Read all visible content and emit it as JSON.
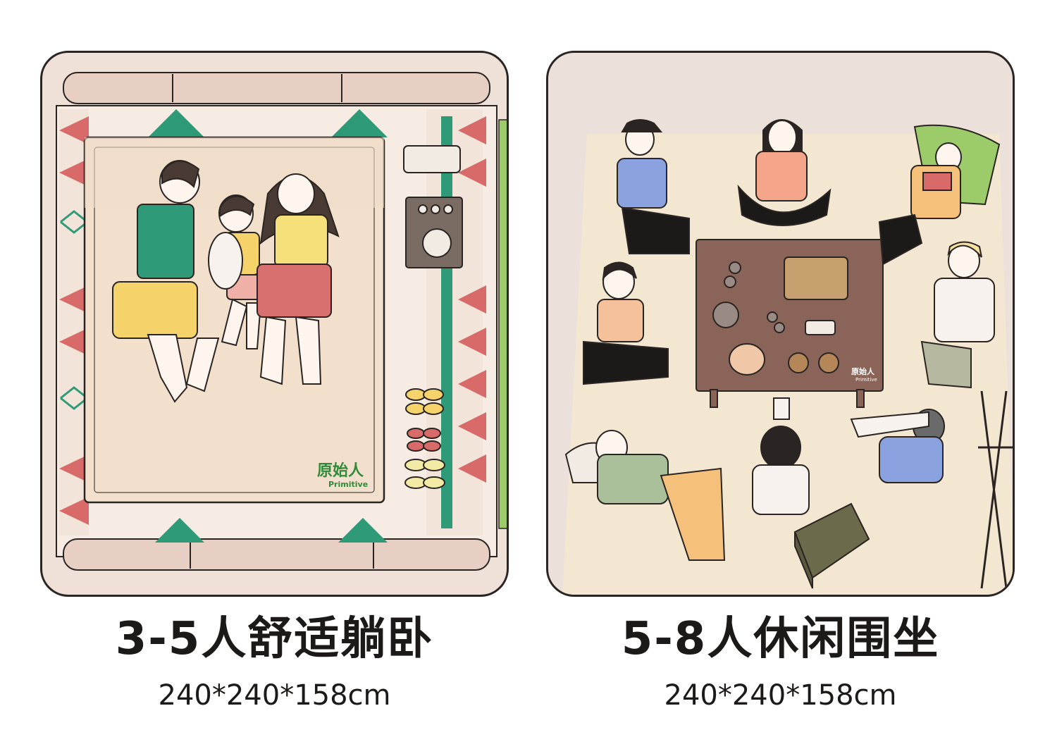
{
  "panels": [
    {
      "scene": "family-lying-on-mat",
      "brand_cn": "原始人",
      "brand_en": "Primitive",
      "caption_title": "3-5人舒适躺卧",
      "caption_size": "240*240*158cm"
    },
    {
      "scene": "group-sitting-around-table",
      "brand_cn": "原始人",
      "brand_en": "Primitive",
      "caption_title": "5-8人休闲围坐",
      "caption_size": "240*240*158cm"
    }
  ],
  "colors": {
    "outline": "#2a2522",
    "pattern_red": "#d96a6a",
    "pattern_green": "#2f9a78",
    "mat": "#f3e6d6",
    "table": "#8a6458",
    "brand_green": "#2f8a3a"
  }
}
